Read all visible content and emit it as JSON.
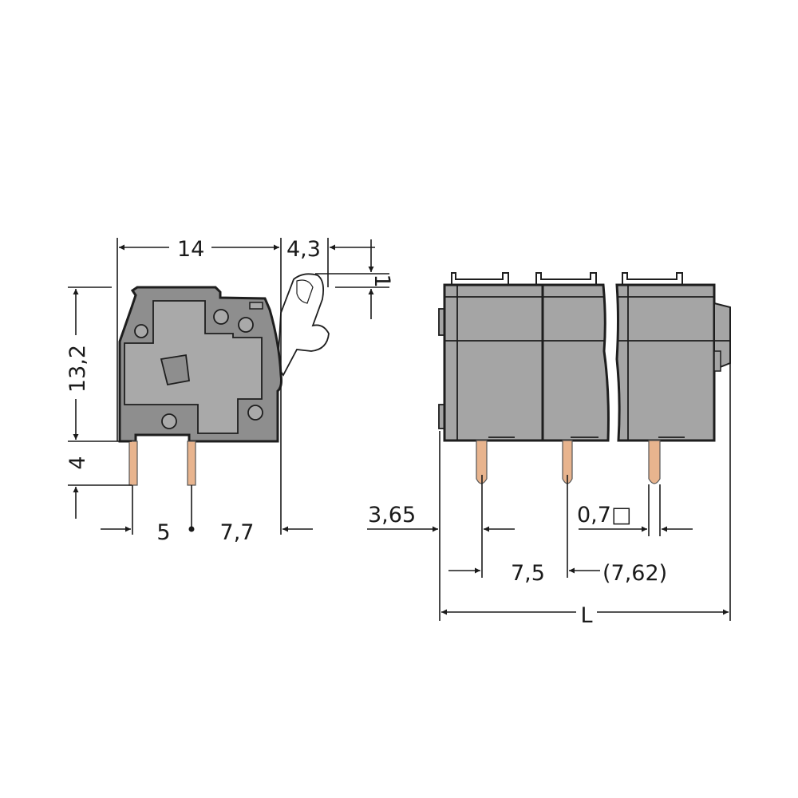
{
  "side_view": {
    "width_label": "14",
    "lever_label": "4,3",
    "lever_height_label": "1",
    "height_label": "13,2",
    "pin_length_label": "4",
    "pitch_label": "5",
    "offset_label": "7,7"
  },
  "front_view": {
    "edge_offset_label": "3,65",
    "pin_size_label": "0,7□",
    "pitch_label": "7,5",
    "alt_pitch_label": "(7,62)",
    "length_label": "L"
  },
  "colors": {
    "housing": "#a5a5a5",
    "pin": "#e8b48e",
    "lines": "#1a1a1a"
  }
}
